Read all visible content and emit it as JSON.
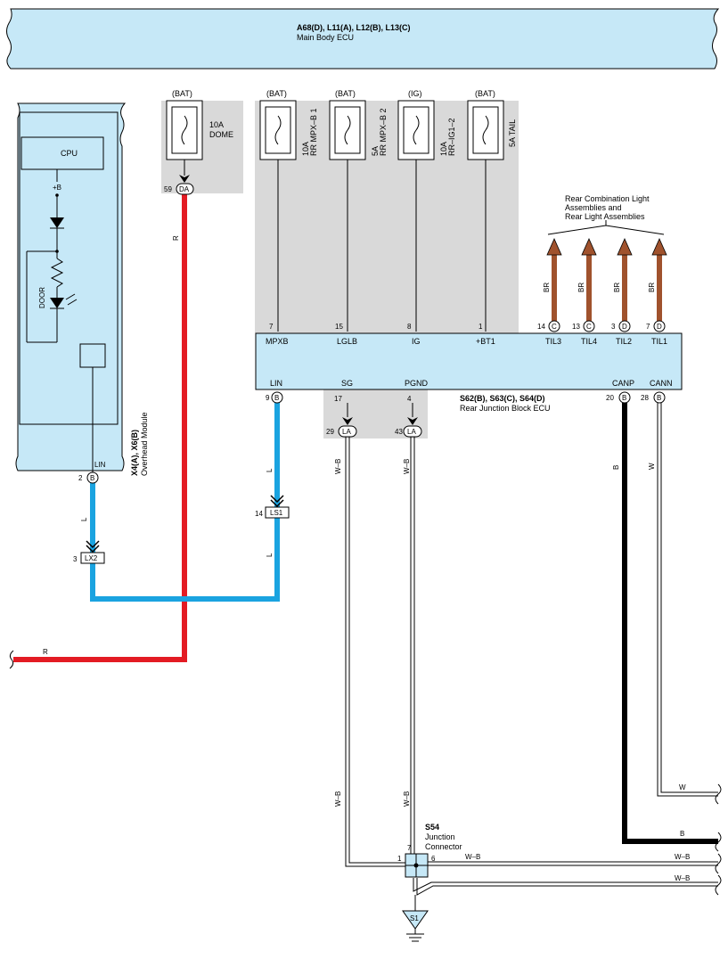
{
  "main_body_ecu": {
    "connectors": "A68(D), L11(A), L12(B), L13(C)",
    "name": "Main Body ECU"
  },
  "overhead_module": {
    "connectors": "X4(A), X6(B)",
    "name": "Overhead Module",
    "cpu": "CPU",
    "plus_b": "+B",
    "door": "DOOR",
    "lin": "LIN",
    "pin": "2",
    "pin_conn": "B"
  },
  "fuses": [
    {
      "source": "(BAT)",
      "label1": "10A",
      "label2": "DOME",
      "pin": "59",
      "conn": "DA"
    },
    {
      "source": "(BAT)",
      "label1": "10A",
      "label2": "RR MPX–B 1"
    },
    {
      "source": "(BAT)",
      "label1": "5A",
      "label2": "RR MPX–B 2"
    },
    {
      "source": "(IG)",
      "label1": "10A",
      "label2": "RR–IG1–2"
    },
    {
      "source": "(BAT)",
      "label1": "5A TAIL",
      "label2": ""
    }
  ],
  "rear_light_label": [
    "Rear Combination Light",
    "Assemblies and",
    "Rear Light Assemblies"
  ],
  "rjb": {
    "connectors": "S62(B), S63(C), S64(D)",
    "name": "Rear Junction Block ECU",
    "top_pins": [
      {
        "num": "7",
        "name": "MPXB"
      },
      {
        "num": "15",
        "name": "LGLB"
      },
      {
        "num": "8",
        "name": "IG"
      },
      {
        "num": "1",
        "name": "+BT1"
      },
      {
        "num": "14",
        "conn": "C",
        "name": "TIL3"
      },
      {
        "num": "13",
        "conn": "C",
        "name": "TIL4"
      },
      {
        "num": "3",
        "conn": "D",
        "name": "TIL2"
      },
      {
        "num": "7",
        "conn": "D",
        "name": "TIL1"
      }
    ],
    "bottom_pins": [
      {
        "num": "9",
        "conn": "B",
        "name": "LIN"
      },
      {
        "num": "17",
        "name": "SG"
      },
      {
        "num": "4",
        "name": "PGND"
      },
      {
        "num": "20",
        "conn": "B",
        "name": "CANP"
      },
      {
        "num": "28",
        "conn": "B",
        "name": "CANN"
      }
    ]
  },
  "wire_colors": {
    "R": "R",
    "L": "L",
    "BR": "BR",
    "WB": "W–B",
    "B": "B",
    "W": "W"
  },
  "connectors": {
    "la1": {
      "pin": "29",
      "label": "LA"
    },
    "la2": {
      "pin": "43",
      "label": "LA"
    },
    "ls1": {
      "pin": "14",
      "label": "LS1"
    },
    "lx2": {
      "pin": "3",
      "label": "LX2"
    }
  },
  "junction": {
    "id": "S54",
    "name1": "Junction",
    "name2": "Connector",
    "p1": "1",
    "p6": "6",
    "p7": "7"
  },
  "ground": {
    "label": "S1"
  },
  "colors": {
    "ecu_fill": "#c6e8f7",
    "shade": "#d9d9d9",
    "red": "#e31b23",
    "blue": "#1aa3e0",
    "brown": "#a0522d",
    "black": "#000000"
  }
}
